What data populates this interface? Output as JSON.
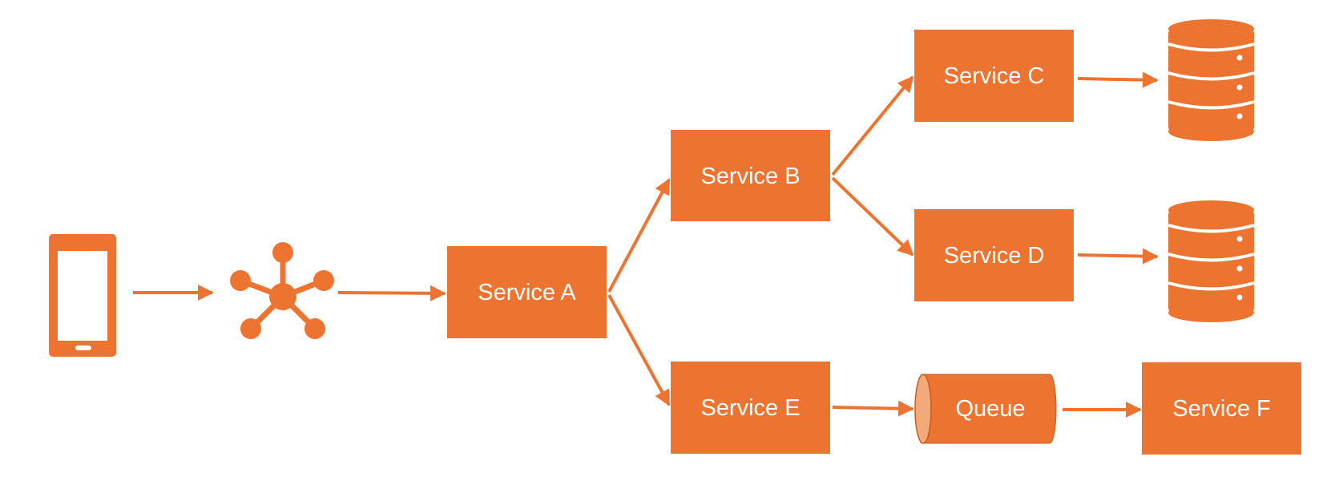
{
  "colors": {
    "accent": "#ED7430",
    "accent_light": "#F2AA7A",
    "background": "#FFFFFF",
    "text_on_accent": "#FFFFFF"
  },
  "icons": {
    "client": "mobile-phone-icon",
    "gateway": "hub-network-icon",
    "database": "database-icon"
  },
  "nodes": {
    "service_a": "Service A",
    "service_b": "Service B",
    "service_c": "Service C",
    "service_d": "Service D",
    "service_e": "Service E",
    "service_f": "Service F",
    "queue": "Queue"
  },
  "edges": [
    [
      "mobile-client",
      "api-gateway"
    ],
    [
      "api-gateway",
      "service_a"
    ],
    [
      "service_a",
      "service_b"
    ],
    [
      "service_a",
      "service_e"
    ],
    [
      "service_b",
      "service_c"
    ],
    [
      "service_b",
      "service_d"
    ],
    [
      "service_c",
      "database-c"
    ],
    [
      "service_d",
      "database-d"
    ],
    [
      "service_e",
      "queue"
    ],
    [
      "queue",
      "service_f"
    ]
  ]
}
